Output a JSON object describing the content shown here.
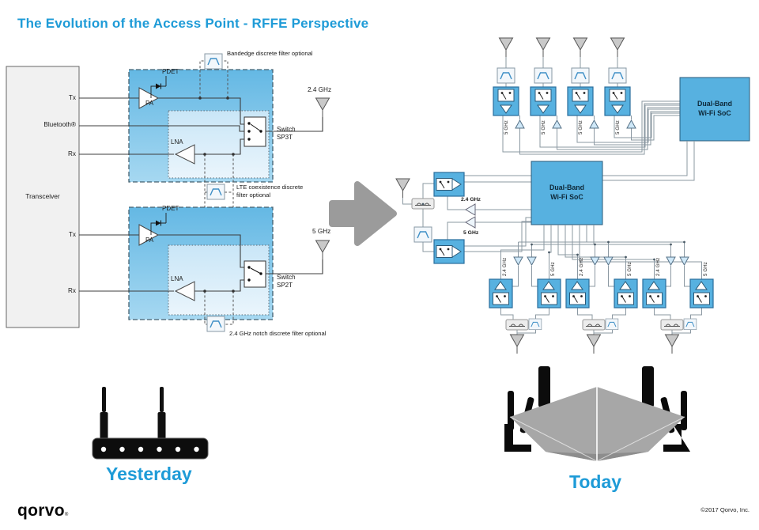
{
  "title": "The Evolution of the Access Point - RFFE Perspective",
  "colors": {
    "accent_blue": "#1e9bd7",
    "module_blue": "#57b1e0",
    "light_module_gradient_top": "#64b8e4",
    "light_module_gradient_bottom": "#a6d8f1",
    "wire_dark": "#3c3c3c",
    "wire_light": "#8b98a2",
    "arrow_gray": "#9b9b9b"
  },
  "icons": {
    "antenna": "funnel-triangle-with-stem",
    "filter": "box-with-bandpass-trapezoid",
    "switch": "box-with-contact-dots-and-arm",
    "amplifier": "triangle",
    "power-detector": "diode-arrow",
    "diplexer": "box-with-double-hump",
    "evolution-arrow": "thick-right-arrow"
  },
  "yesterday": {
    "caption": "Yesterday",
    "transceiver": {
      "name": "Transceiver",
      "port_tx_24": "Tx",
      "port_bluetooth": "Bluetooth®",
      "port_rx_24": "Rx",
      "port_tx_5": "Tx",
      "port_rx_5": "Rx"
    },
    "band24": {
      "pdet": "PDET",
      "pa": "PA",
      "lna": "LNA",
      "switch": "Switch\nSP3T",
      "antenna": "2.4 GHz",
      "filter_top": "Bandedge discrete filter optional",
      "filter_mid": "LTE coexistence discrete\nfilter optional"
    },
    "band5": {
      "pdet": "PDET",
      "pa": "PA",
      "lna": "LNA",
      "switch": "Switch\nSP2T",
      "antenna": "5 GHz",
      "filter_bottom": "2.4 GHz notch discrete filter optional"
    }
  },
  "today": {
    "caption": "Today",
    "soc_top": "Dual-Band\nWi-Fi SoC",
    "soc_mid": "Dual-Band\nWi-Fi SoC",
    "top_chains": [
      "5 GHz",
      "5 GHz",
      "5 GHz",
      "5 GHz"
    ],
    "mid_labels": {
      "band24": "2.4 GHz",
      "band5": "5 GHz"
    },
    "bottom_chains": [
      "2.4 GHz",
      "5 GHz",
      "2.4 GHz",
      "5 GHz",
      "2.4 GHz",
      "5 GHz"
    ]
  },
  "footer": {
    "logo": "qorvo",
    "logo_mark": "®",
    "copyright": "©2017 Qorvo, Inc."
  }
}
